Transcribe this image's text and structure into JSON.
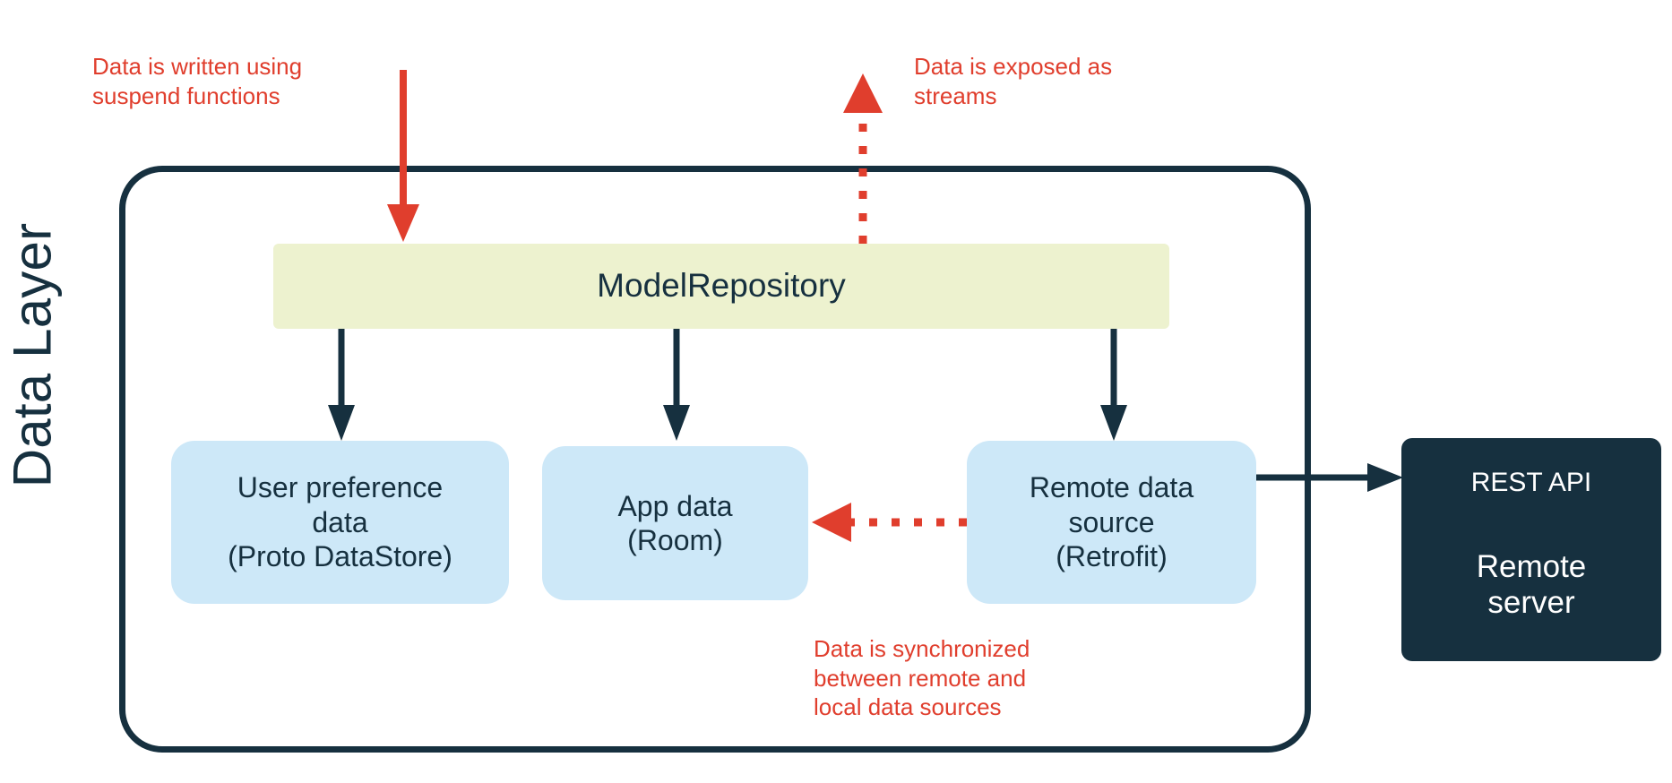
{
  "layer": {
    "label": "Data Layer"
  },
  "nodes": {
    "repository": {
      "label": "ModelRepository"
    },
    "user_preference": {
      "line1": "User preference",
      "line2": "data",
      "line3": "(Proto DataStore)"
    },
    "app_data": {
      "line1": "App data",
      "line2": "(Room)"
    },
    "remote_source": {
      "line1": "Remote data",
      "line2": "source",
      "line3": "(Retrofit)"
    },
    "remote_server": {
      "api_label": "REST API",
      "line1": "Remote",
      "line2": "server"
    }
  },
  "annotations": {
    "write": "Data is written using\nsuspend functions",
    "expose": "Data is exposed as\nstreams",
    "sync": "Data is synchronized\nbetween remote and\nlocal data sources"
  },
  "colors": {
    "navy": "#16303F",
    "red": "#E03E2D",
    "repo_fill": "#EDF2CF",
    "blue_fill": "#CDE8F8",
    "background": "#FFFFFF"
  }
}
